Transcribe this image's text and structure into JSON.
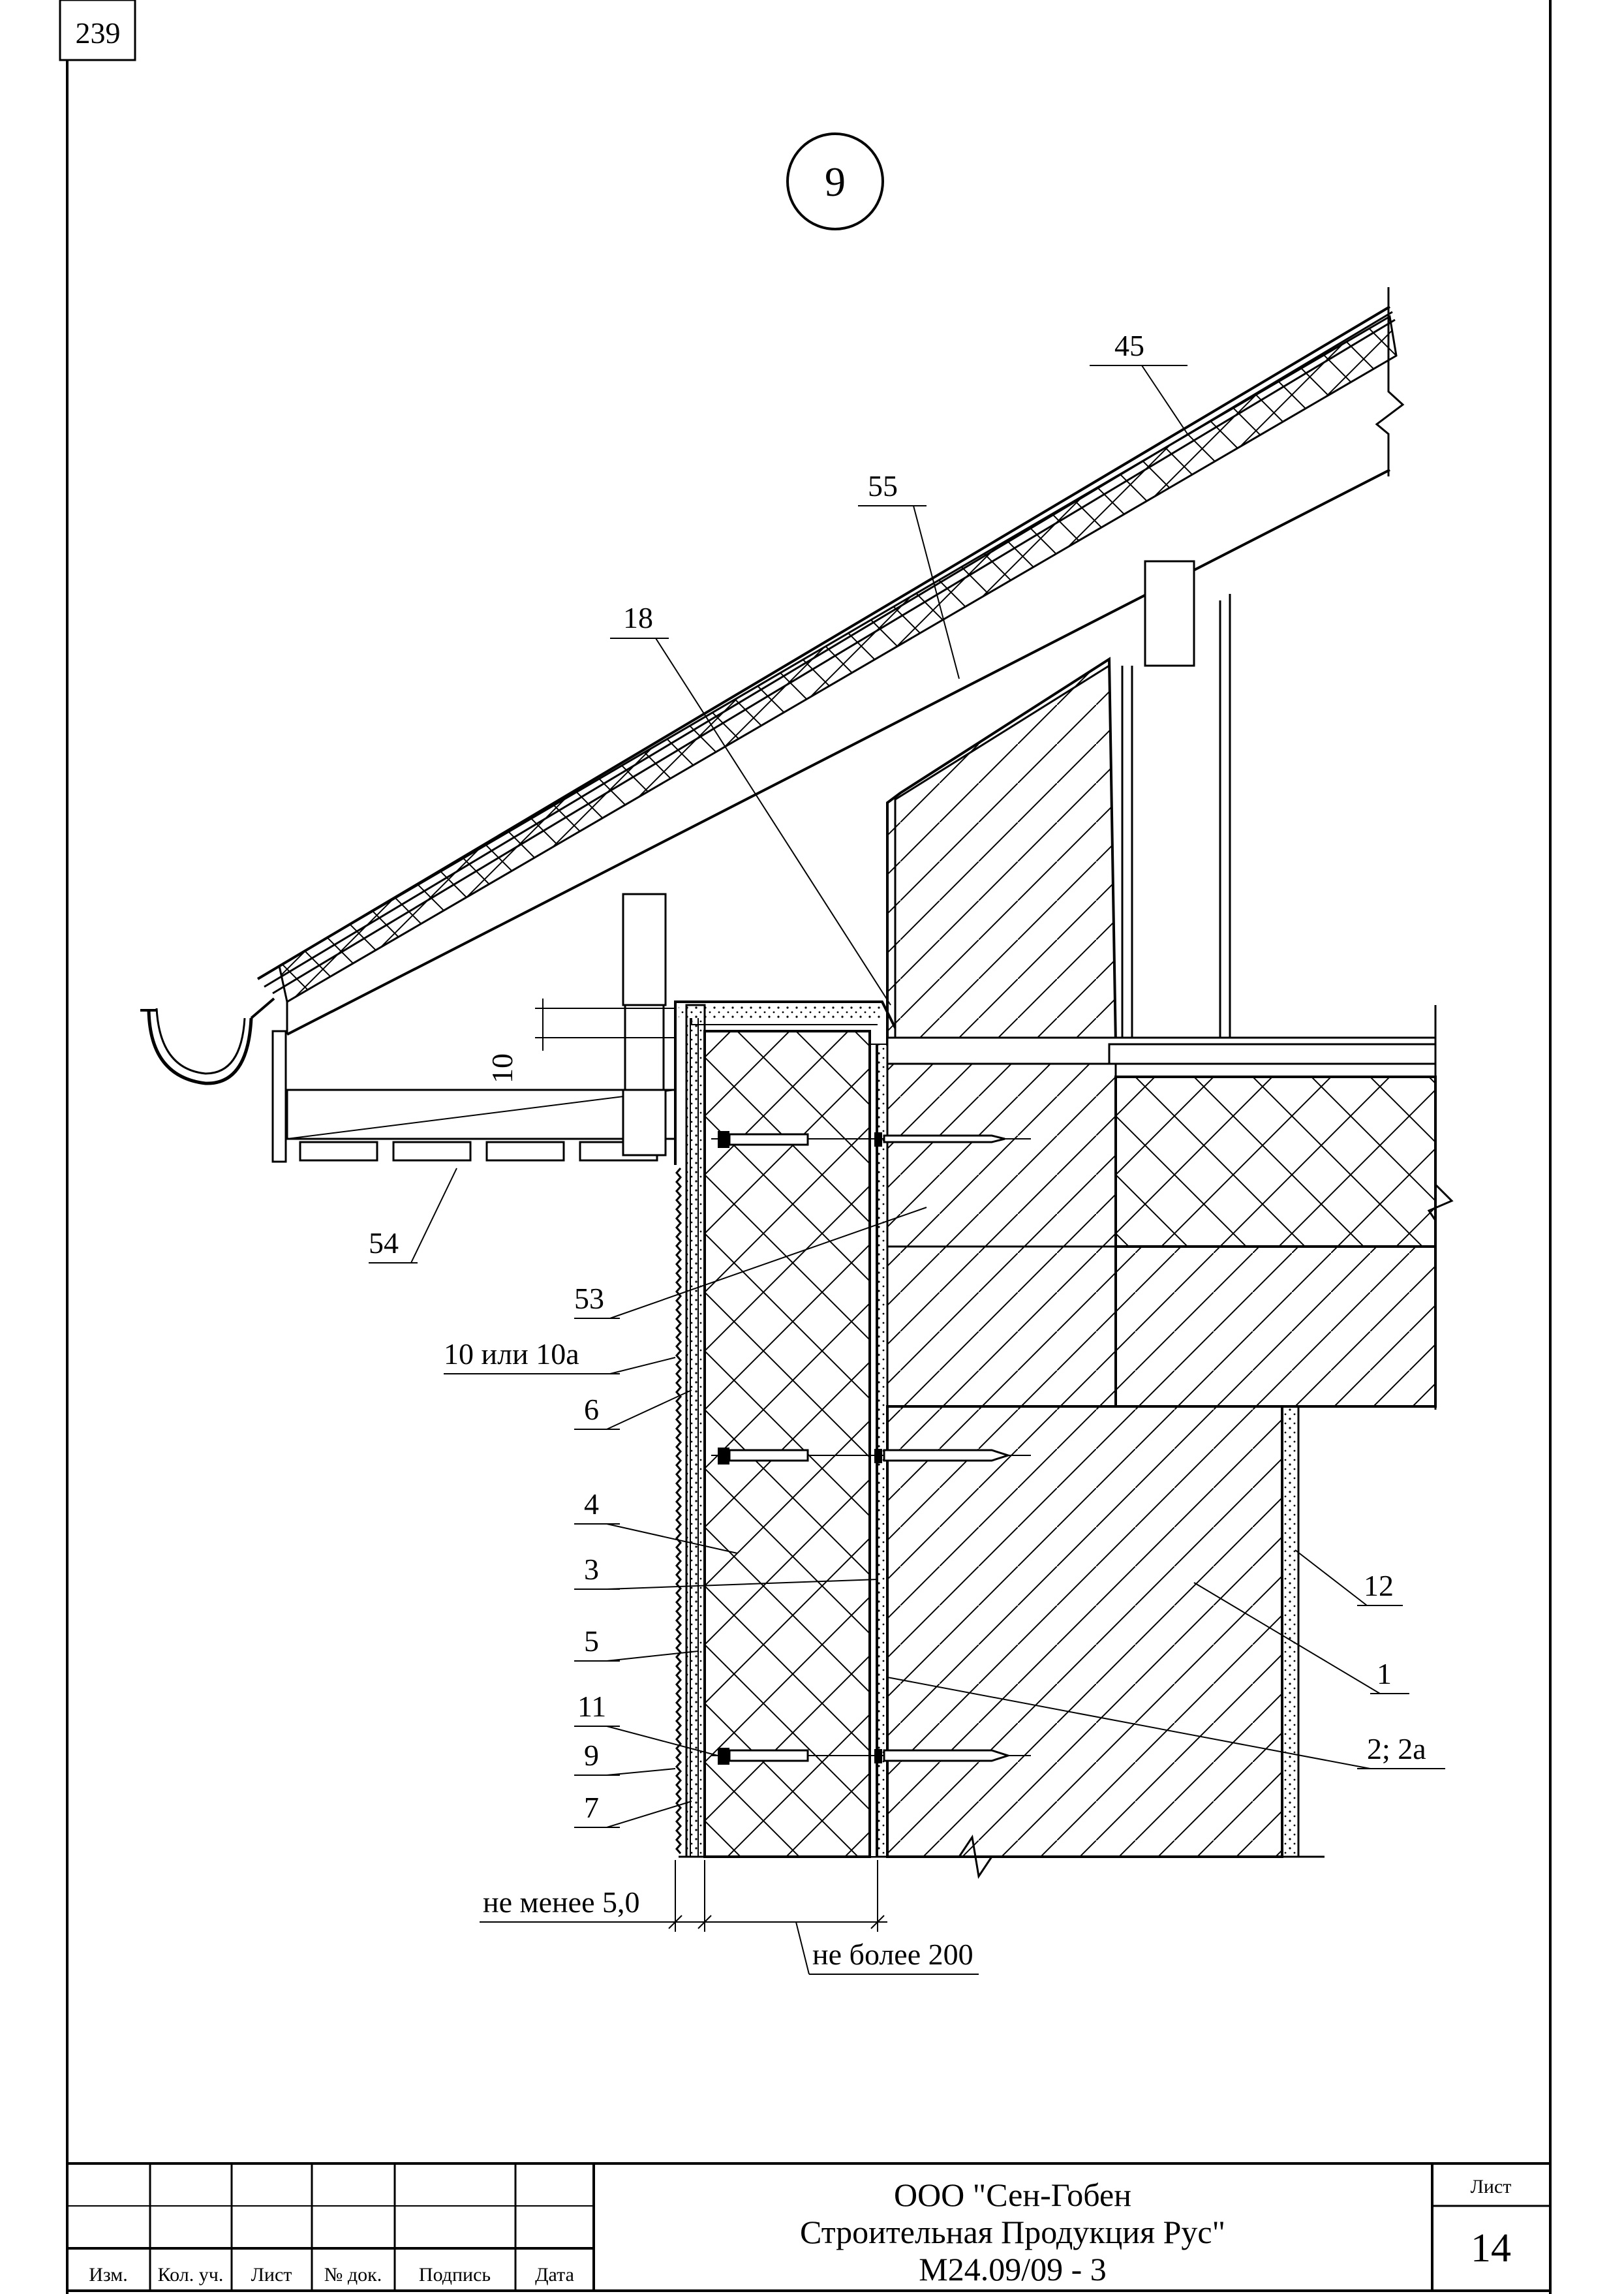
{
  "page_number": "239",
  "detail_number": "9",
  "callouts": [
    {
      "key": "c45",
      "text": "45"
    },
    {
      "key": "c55",
      "text": "55"
    },
    {
      "key": "c18",
      "text": "18"
    },
    {
      "key": "c10v",
      "text": "10"
    },
    {
      "key": "c54",
      "text": "54"
    },
    {
      "key": "c53",
      "text": "53"
    },
    {
      "key": "c10or",
      "text": "10 или 10а"
    },
    {
      "key": "c6",
      "text": "6"
    },
    {
      "key": "c4",
      "text": "4"
    },
    {
      "key": "c3",
      "text": "3"
    },
    {
      "key": "c5",
      "text": "5"
    },
    {
      "key": "c11",
      "text": "11"
    },
    {
      "key": "c9",
      "text": "9"
    },
    {
      "key": "c7",
      "text": "7"
    },
    {
      "key": "c12",
      "text": "12"
    },
    {
      "key": "c1",
      "text": "1"
    },
    {
      "key": "c2",
      "text": "2; 2а"
    }
  ],
  "dimensions": {
    "min": "не менее 5,0",
    "max": "не более 200"
  },
  "title_block": {
    "columns": [
      "Изм.",
      "Кол. уч.",
      "Лист",
      "№ док.",
      "Подпись",
      "Дата"
    ],
    "org_line1": "ООО \"Сен-Гобен",
    "org_line2": "Строительная Продукция Рус\"",
    "doc_code": "М24.09/09 - 3",
    "sheet_label": "Лист",
    "sheet_number": "14"
  }
}
